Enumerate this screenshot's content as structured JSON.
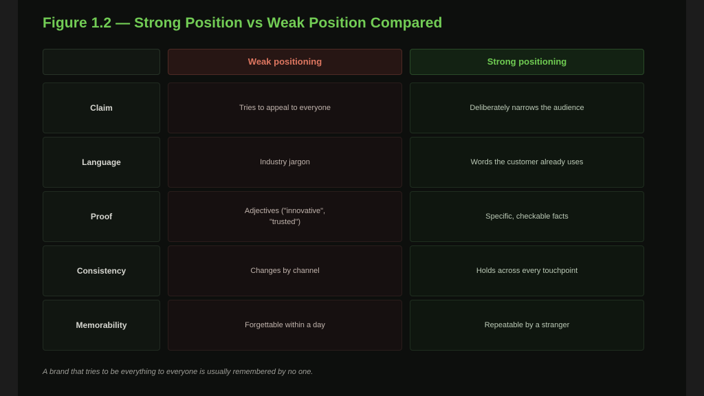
{
  "figure": {
    "title": "Figure 1.2 — Strong Position vs Weak Position Compared",
    "headers": {
      "weak": "Weak positioning",
      "strong": "Strong positioning"
    },
    "rows": [
      {
        "label": "Claim",
        "weak": "Tries to appeal to everyone",
        "strong": "Deliberately narrows the audience"
      },
      {
        "label": "Language",
        "weak": "Industry jargon",
        "strong": "Words the customer already uses"
      },
      {
        "label": "Proof",
        "weak": "Adjectives (\"innovative\", \"trusted\")",
        "strong": "Specific, checkable facts"
      },
      {
        "label": "Consistency",
        "weak": "Changes by channel",
        "strong": "Holds across every touchpoint"
      },
      {
        "label": "Memorability",
        "weak": "Forgettable within a day",
        "strong": "Repeatable by a stranger"
      }
    ],
    "footnote": "A brand that tries to be everything to everyone is usually remembered by no one."
  },
  "colors": {
    "title": "#72cc55",
    "weak_accent": "#dd7660",
    "strong_accent": "#6fcb52",
    "background": "#0d0f0d"
  }
}
